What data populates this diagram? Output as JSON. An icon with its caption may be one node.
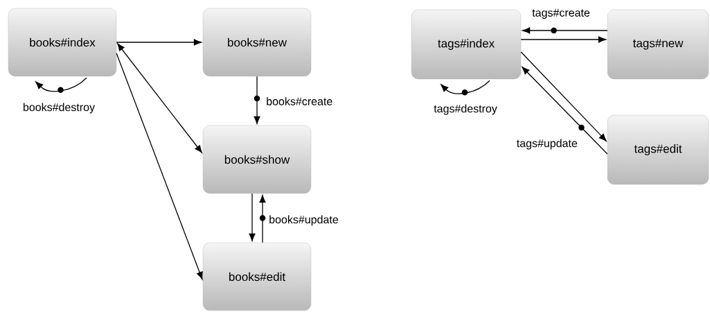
{
  "diagram": {
    "nodes": [
      {
        "text": [
          "books#index"
        ]
      },
      {
        "text": [
          "books#new"
        ]
      },
      {
        "text": [
          "books#show"
        ]
      },
      {
        "text": [
          "books#edit"
        ]
      },
      {
        "text": [
          "tags#index"
        ]
      },
      {
        "text": [
          "tags#new"
        ]
      },
      {
        "text": [
          "tags#edit"
        ]
      }
    ],
    "edges": [
      {
        "from": 0,
        "to": 1,
        "arrow": "to"
      },
      {
        "from": 1,
        "to": 2,
        "arrow": "to",
        "label": "books#create"
      },
      {
        "from": 0,
        "to": 2,
        "arrow": "both"
      },
      {
        "from": 0,
        "to": 3,
        "arrow": "to"
      },
      {
        "from": 2,
        "to": 3,
        "arrow": "to"
      },
      {
        "from": 3,
        "to": 2,
        "arrow": "to",
        "label": "books#update"
      },
      {
        "from": 0,
        "to": 0,
        "arrow": "to",
        "label": "books#destroy"
      },
      {
        "from": 5,
        "to": 4,
        "arrow": "to",
        "label": "tags#create"
      },
      {
        "from": 4,
        "to": 5,
        "arrow": "to"
      },
      {
        "from": 4,
        "to": 6,
        "arrow": "to"
      },
      {
        "from": 6,
        "to": 4,
        "arrow": "to",
        "label": "tags#update"
      },
      {
        "from": 4,
        "to": 4,
        "arrow": "to",
        "label": "tags#destroy"
      }
    ]
  }
}
